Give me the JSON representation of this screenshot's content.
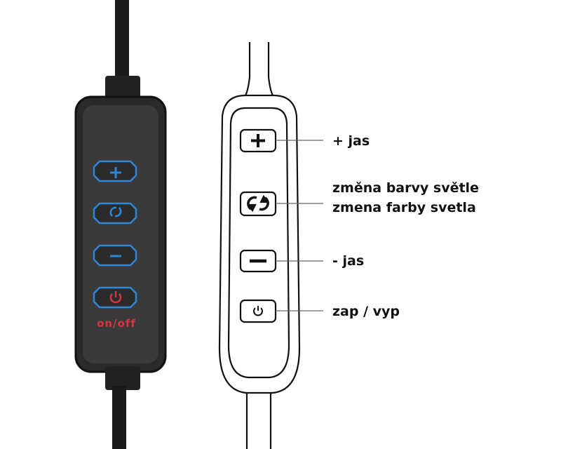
{
  "device_photo": {
    "power_label": "on/off",
    "button_color": "#2f86d8",
    "power_color": "#d8343c"
  },
  "labels": {
    "plus": "+ jas",
    "color_cz": "změna barvy světle",
    "color_sk": "zmena farby svetla",
    "minus": "- jas",
    "power": "zap / vyp"
  }
}
